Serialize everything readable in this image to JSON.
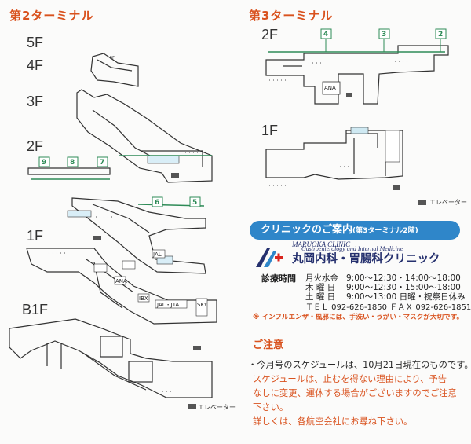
{
  "left_page": {
    "title": "第2ターミナル",
    "floors": [
      "5F",
      "4F",
      "3F",
      "2F",
      "1F",
      "B1F"
    ],
    "gates_2f_left": [
      "9",
      "8",
      "7"
    ],
    "gates_2f_right": [
      "6",
      "5"
    ],
    "airlines_1f": [
      "ANA",
      "JAL",
      "IBX",
      "JAL・JTA",
      "SKY"
    ],
    "elevator_legend": "エレベーター"
  },
  "right_page": {
    "title": "第3ターミナル",
    "floors": [
      "2F",
      "1F"
    ],
    "gates": [
      "4",
      "3",
      "2"
    ],
    "airline_label": "ANA",
    "elevator_legend": "エレベーター"
  },
  "clinic": {
    "header": "クリニックのご案内",
    "header_note": "(第3ターミナル2階)",
    "name_en_1": "MARUOKA CLINIC",
    "name_en_2": "Gastroenterology and Internal Medicine",
    "name_jp": "丸岡内科・胃腸科クリニック",
    "hours_label": "診療時間",
    "hours": [
      {
        "days": "月火水金",
        "times": "9:00〜12:30・14:00〜18:00"
      },
      {
        "days": "木 曜 日",
        "times": "9:00〜12:30・15:00〜18:00"
      },
      {
        "days": "土 曜 日",
        "times": "9:00〜13:00 日曜・祝祭日休み"
      }
    ],
    "tel": "ＴＥＬ 092-626-1850 ＦＡＸ 092-626-1851",
    "warning": "※ インフルエンザ・風邪には、手洗い・うがい・マスクが大切です。"
  },
  "notice": {
    "title": "ご注意",
    "lines": [
      "・今月号のスケジュールは、10月21日現在のものです。",
      "スケジュールは、止むを得ない理由により、予告",
      "なしに変更、運休する場合がございますのでご注意",
      "下さい。",
      "詳しくは、各航空会社にお尋ね下さい。"
    ]
  },
  "colors": {
    "accent": "#d9521e",
    "clinic_blue": "#2f86c9",
    "gate_green": "#2e8b57"
  }
}
